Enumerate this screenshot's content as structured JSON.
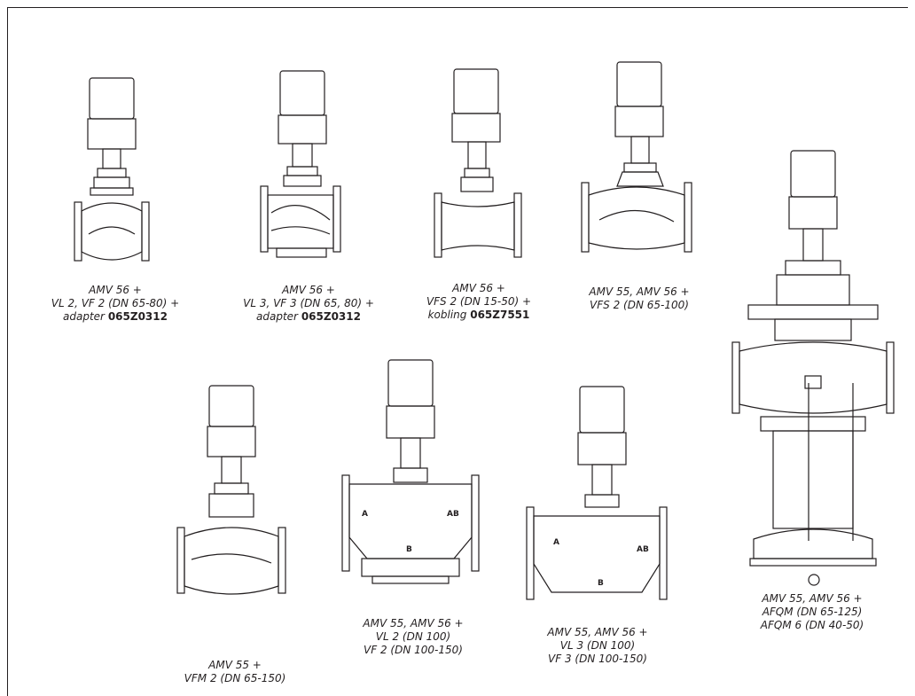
{
  "figures": [
    {
      "id": "fig1",
      "caption": [
        {
          "text": "AMV 56 +"
        },
        {
          "text": "VL 2, VF 2 (DN 65-80) +"
        },
        {
          "text": "adapter ",
          "bold": "065Z0312"
        }
      ]
    },
    {
      "id": "fig2",
      "caption": [
        {
          "text": "AMV 56 +"
        },
        {
          "text": "VL 3, VF 3 (DN 65, 80) +"
        },
        {
          "text": "adapter ",
          "bold": "065Z0312"
        }
      ]
    },
    {
      "id": "fig3",
      "caption": [
        {
          "text": "AMV 56 +"
        },
        {
          "text": "VFS 2 (DN 15-50) +"
        },
        {
          "text": "kobling ",
          "bold": "065Z7551"
        }
      ]
    },
    {
      "id": "fig4",
      "caption": [
        {
          "text": "AMV 55, AMV 56 +"
        },
        {
          "text": "VFS 2 (DN 65-100)"
        }
      ]
    },
    {
      "id": "fig5",
      "caption": [
        {
          "text": "AMV 55 +"
        },
        {
          "text": "VFM 2 (DN 65-150)"
        }
      ]
    },
    {
      "id": "fig6",
      "caption": [
        {
          "text": "AMV 55, AMV 56 +"
        },
        {
          "text": "VL 2 (DN 100)"
        },
        {
          "text": "VF 2 (DN 100-150)"
        }
      ],
      "ports": [
        "A",
        "AB",
        "B"
      ]
    },
    {
      "id": "fig7",
      "caption": [
        {
          "text": "AMV 55, AMV 56 +"
        },
        {
          "text": "VL 3 (DN 100)"
        },
        {
          "text": "VF 3 (DN 100-150)"
        }
      ],
      "ports": [
        "A",
        "AB",
        "B"
      ]
    },
    {
      "id": "fig8",
      "caption": [
        {
          "text": "AMV 55, AMV 56 +"
        },
        {
          "text": "AFQM (DN 65-125)"
        },
        {
          "text": "AFQM 6 (DN 40-50)"
        }
      ]
    }
  ]
}
